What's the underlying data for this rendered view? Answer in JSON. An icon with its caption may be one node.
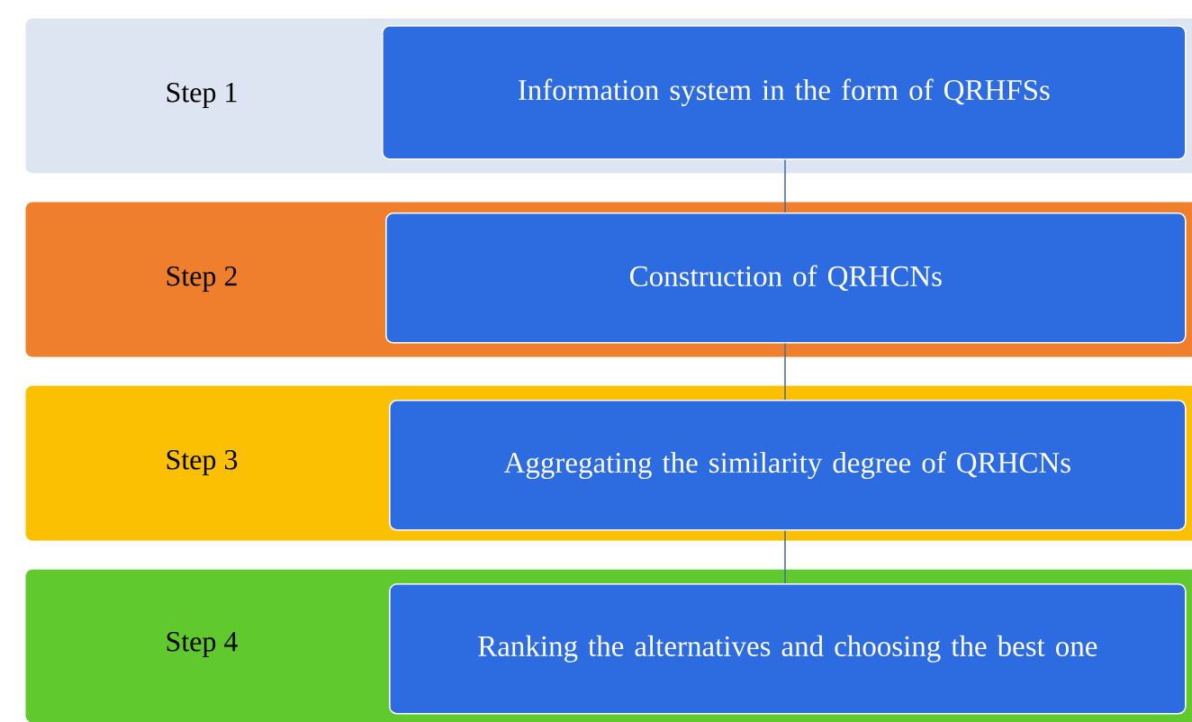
{
  "diagram": {
    "nodes": [
      {
        "text": [
          "Step 1"
        ]
      },
      {
        "text": [
          "Information system in the form of QRHFSs"
        ],
        "in": 0
      },
      {
        "text": [
          "Step 2"
        ]
      },
      {
        "text": [
          "Construction  of QRHCNs"
        ],
        "in": 2
      },
      {
        "text": [
          "Step 3"
        ]
      },
      {
        "text": [
          "Aggregating the similarity degree of QRHCNs"
        ],
        "in": 4
      },
      {
        "text": [
          "Step 4"
        ]
      },
      {
        "text": [
          "Ranking the alternatives and choosing the best one"
        ],
        "in": 6
      }
    ],
    "edges": [
      {
        "from": 1,
        "to": 3,
        "arrow": "none"
      },
      {
        "from": 3,
        "to": 5,
        "arrow": "none"
      },
      {
        "from": 5,
        "to": 7,
        "arrow": "none"
      }
    ]
  }
}
